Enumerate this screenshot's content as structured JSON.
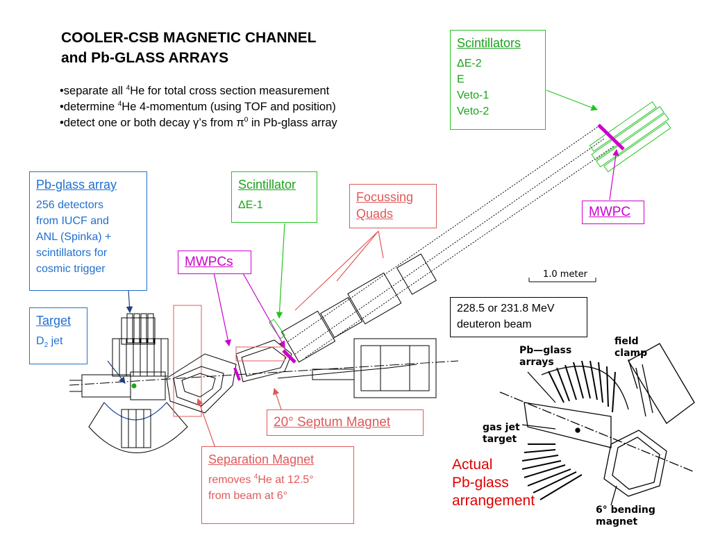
{
  "title": {
    "line1": "COOLER-CSB MAGNETIC CHANNEL",
    "line2": "and Pb-GLASS ARRAYS"
  },
  "bullets": [
    {
      "pre": "•separate all ",
      "sup": "4",
      "post": "He for total cross section measurement"
    },
    {
      "pre": "•determine ",
      "sup": "4",
      "post": "He 4-momentum (using TOF and position)"
    },
    {
      "pre": "•detect one or both decay γ’s from π",
      "sup": "0",
      "post": " in Pb-glass array"
    }
  ],
  "scintillators_box": {
    "heading": "Scintillators",
    "items": [
      "ΔE-2",
      "E",
      "Veto-1",
      "Veto-2"
    ]
  },
  "pbglass_box": {
    "heading": "Pb-glass array",
    "lines": [
      "256 detectors",
      "from IUCF and",
      "ANL (Spinka) +",
      "scintillators for",
      "cosmic trigger"
    ]
  },
  "scintillator_box": {
    "heading": "Scintillator",
    "item": "ΔE-1"
  },
  "focussing_box": {
    "line1": "Focussing",
    "line2": "Quads"
  },
  "mwpc_right": {
    "label": "MWPC"
  },
  "mwpcs_left": {
    "label": "MWPCs"
  },
  "target_box": {
    "heading": "Target",
    "text_pre": "D",
    "text_sub": "2",
    "text_post": " jet"
  },
  "scale": {
    "label": "1.0 meter"
  },
  "beam_box": {
    "line1": "228.5 or 231.8 MeV",
    "line2": "deuteron beam"
  },
  "septum_box": {
    "label": "20° Septum Magnet"
  },
  "separation_box": {
    "heading": "Separation Magnet",
    "line1_pre": "removes ",
    "line1_sup": "4",
    "line1_post": "He at 12.5°",
    "line2": "from beam at 6°"
  },
  "photo_labels": {
    "field": "field",
    "clamp": "clamp",
    "pb_glass": "Pb—glass",
    "arrays": "arrays",
    "gas_jet": "gas  jet",
    "target": "target",
    "bending_line1": "6° bending",
    "bending_line2": "magnet"
  },
  "actual_label": {
    "line1": "Actual",
    "line2": "Pb-glass",
    "line3": "arrangement"
  },
  "colors": {
    "blue": "#1f6fd0",
    "green": "#22c322",
    "red": "#e05858",
    "magenta": "#cc00cc"
  }
}
